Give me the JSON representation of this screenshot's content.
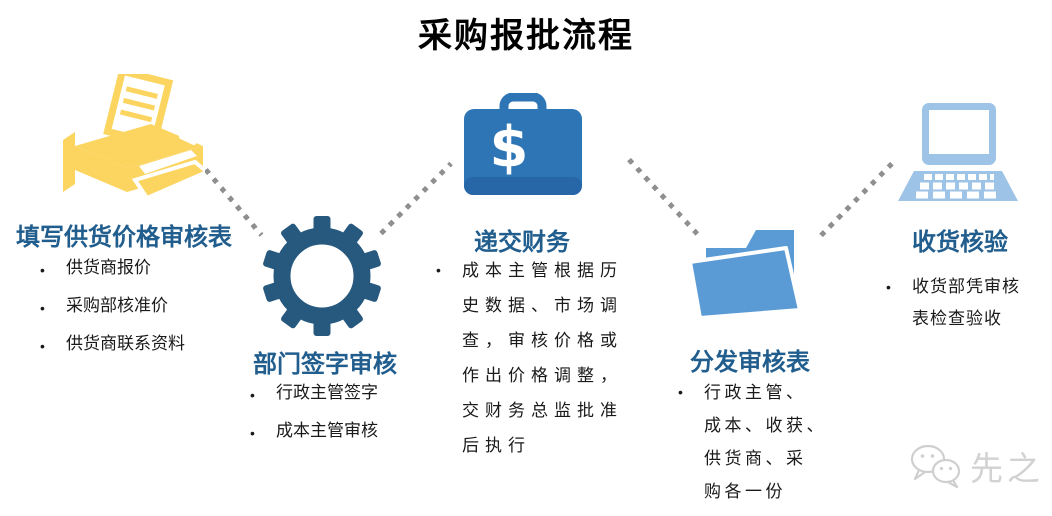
{
  "title": "采购报批流程",
  "steps": [
    {
      "heading": "填写供货价格审核表",
      "icon": "printer-icon",
      "bullets": [
        "供货商报价",
        "采购部核准价",
        "供货商联系资料"
      ]
    },
    {
      "heading": "部门签字审核",
      "icon": "gear-icon",
      "bullets": [
        "行政主管签字",
        "成本主管审核"
      ]
    },
    {
      "heading": "递交财务",
      "icon": "briefcase-dollar-icon",
      "bullets": [
        "成本主管根据历\n史数据、市场调\n查，审核价格或\n作出价格调整，\n交财务总监批准\n后执行"
      ]
    },
    {
      "heading": "分发审核表",
      "icon": "folder-icon",
      "bullets": [
        "行政主管、\n成本、收获、\n供货商、采\n购各一份"
      ]
    },
    {
      "heading": "收货核验",
      "icon": "laptop-icon",
      "bullets": [
        "收货部凭审核\n表检查验收"
      ]
    }
  ],
  "bullet_marker": "•",
  "watermark": {
    "brand": "先之"
  },
  "colors": {
    "title_black": "#000000",
    "heading_blue": "#215E8E",
    "body_text": "#1A1A1A",
    "printer_yellow": "#FBD55F",
    "gear_navy": "#27587E",
    "briefcase_blue": "#2E75B6",
    "briefcase_base_blue": "#2767A8",
    "folder_blue": "#5B9BD5",
    "laptop_blue": "#9DC3E6",
    "connector_gray": "#8F8F8F",
    "watermark_gray": "#D2D2D2"
  }
}
